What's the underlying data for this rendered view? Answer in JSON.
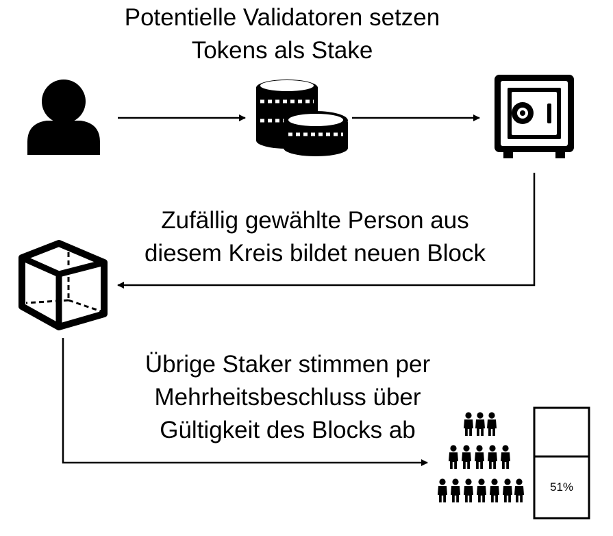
{
  "captions": {
    "staking": [
      "Potentielle Validatoren setzen",
      "Tokens als Stake"
    ],
    "selection": [
      "Zufällig gewählte Person aus",
      "diesem Kreis bildet neuen Block"
    ],
    "voting": [
      "Übrige Staker stimmen per",
      "Mehrheitsbeschluss über",
      "Gültigkeit des Blocks ab"
    ]
  },
  "vote_box": {
    "percent_label": "51%"
  },
  "icons": [
    "person-icon",
    "coins-icon",
    "safe-icon",
    "cube-icon",
    "crowd-icon"
  ]
}
